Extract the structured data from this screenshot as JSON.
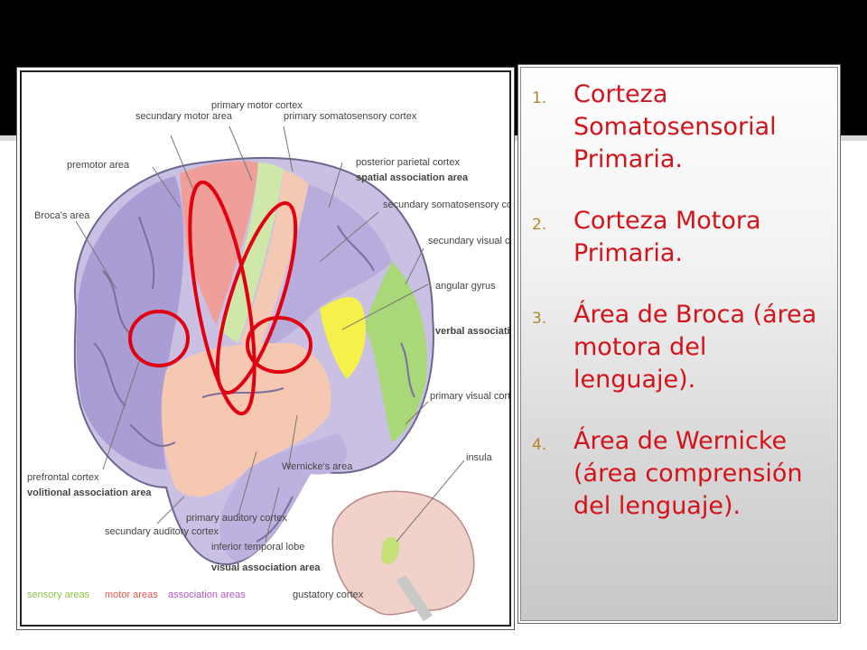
{
  "slide": {
    "list": [
      {
        "number": "1.",
        "text": "Corteza Somatosensorial Primaria."
      },
      {
        "number": "2.",
        "text": "Corteza Motora Primaria."
      },
      {
        "number": "3.",
        "text": "Área de Broca (área motora del lenguaje)."
      },
      {
        "number": "4.",
        "text": "Área de Wernicke (área comprensión del lenguaje)."
      }
    ]
  },
  "diagram": {
    "labels": {
      "secondary_motor": "secundary motor area",
      "primary_motor": "primary motor cortex",
      "primary_somato": "primary somatosensory cortex",
      "premotor": "premotor area",
      "posterior_parietal": "posterior parietal cortex",
      "spatial_assoc": "spatial association area",
      "broca": "Broca's area",
      "secondary_somato": "secundary somatosensory cortex",
      "secondary_visual": "secundary visual cortex",
      "angular": "angular gyrus",
      "verbal_assoc": "verbal association area",
      "primary_visual": "primary visual cortex",
      "insula": "insula",
      "wernicke": "Wernicke's area",
      "prefrontal": "prefrontal cortex",
      "volitional": "volitional association area",
      "secondary_auditory": "secundary auditory cortex",
      "primary_auditory": "primary auditory cortex",
      "inferior_temporal": "inferior temporal lobe",
      "visual_assoc": "visual association area",
      "legend_sensory": "sensory areas",
      "legend_motor": "motor areas",
      "legend_assoc": "association areas",
      "gustatory": "gustatory cortex"
    },
    "colors": {
      "sensory": "#8bc34a",
      "motor": "#e4574f",
      "association": "#b05bc4",
      "highlight": "#e00010",
      "bullet": "#b4852a",
      "item_text": "#d4121a"
    }
  }
}
